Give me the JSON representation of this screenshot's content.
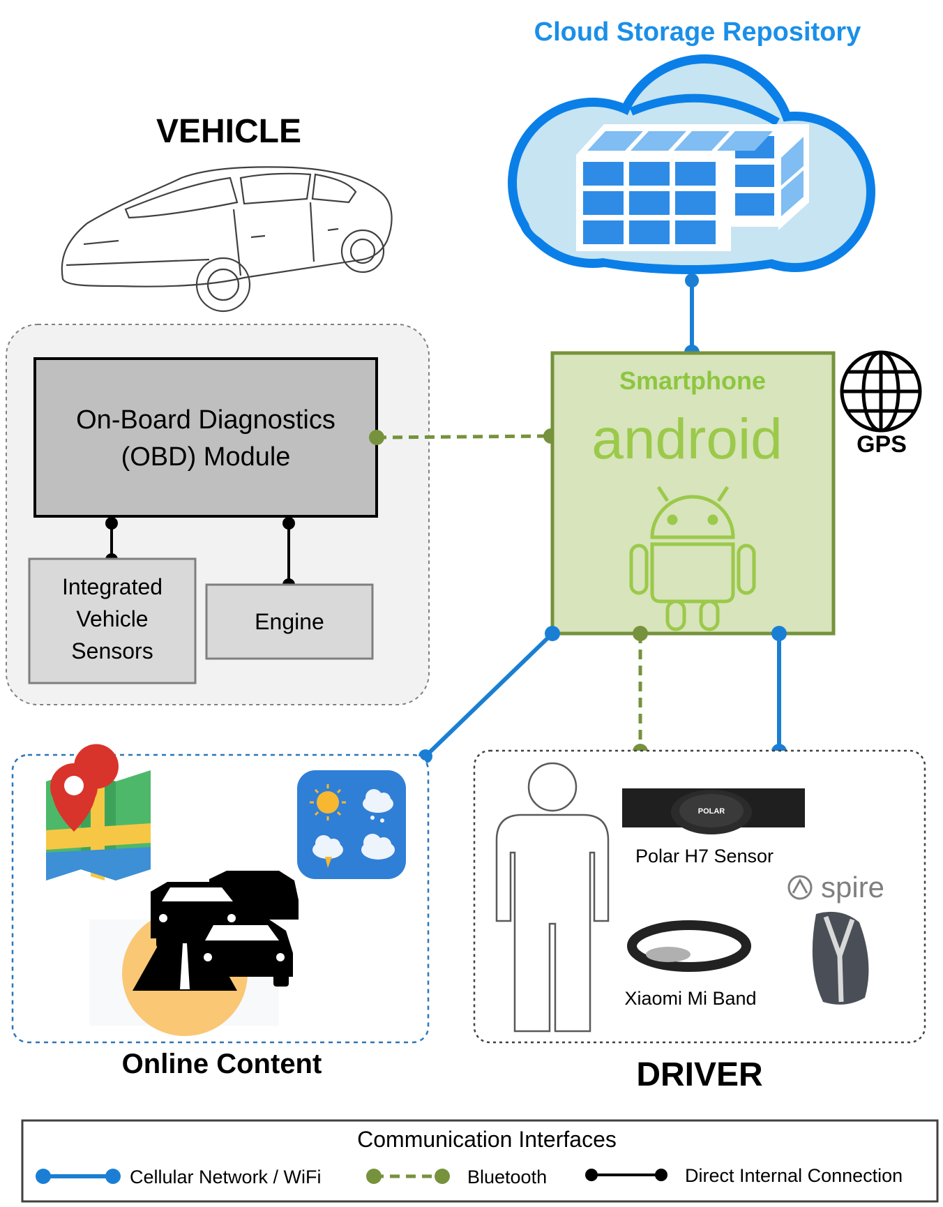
{
  "labels": {
    "cloud_title": "Cloud Storage Repository",
    "vehicle_title": "VEHICLE",
    "obd_line1": "On-Board Diagnostics",
    "obd_line2": "(OBD) Module",
    "sensors_line1": "Integrated",
    "sensors_line2": "Vehicle",
    "sensors_line3": "Sensors",
    "engine": "Engine",
    "smartphone": "Smartphone",
    "android": "android",
    "gps": "GPS",
    "online_content": "Online Content",
    "driver": "DRIVER",
    "polar": "Polar H7 Sensor",
    "polar_logo": "POLAR",
    "miband": "Xiaomi Mi Band",
    "spire": "spire"
  },
  "legend": {
    "title": "Communication Interfaces",
    "items": [
      {
        "label": "Cellular Network / WiFi",
        "style": "solid-blue"
      },
      {
        "label": "Bluetooth",
        "style": "dashed-green"
      },
      {
        "label": "Direct Internal Connection",
        "style": "solid-black"
      }
    ]
  },
  "colors": {
    "cellular": "#1a7fd4",
    "bluetooth": "#76923c",
    "direct": "#000000",
    "cloud_text": "#1a8fe8",
    "smartphone_text": "#8cc63f",
    "android_green": "#9bc94a",
    "phone_box_fill": "#d8e4bc",
    "phone_box_stroke": "#76923c",
    "obd_fill": "#bfbfbf",
    "sub_box_fill": "#d9d9d9",
    "vehicle_group_fill": "#f2f2f2"
  },
  "icons": [
    "car-outline-icon",
    "cloud-icon",
    "server-blocks-icon",
    "globe-icon",
    "android-robot-icon",
    "map-pin-icon",
    "weather-icon",
    "traffic-cars-icon",
    "person-outline-icon",
    "chest-strap-icon",
    "wristband-icon",
    "spire-clip-icon"
  ]
}
